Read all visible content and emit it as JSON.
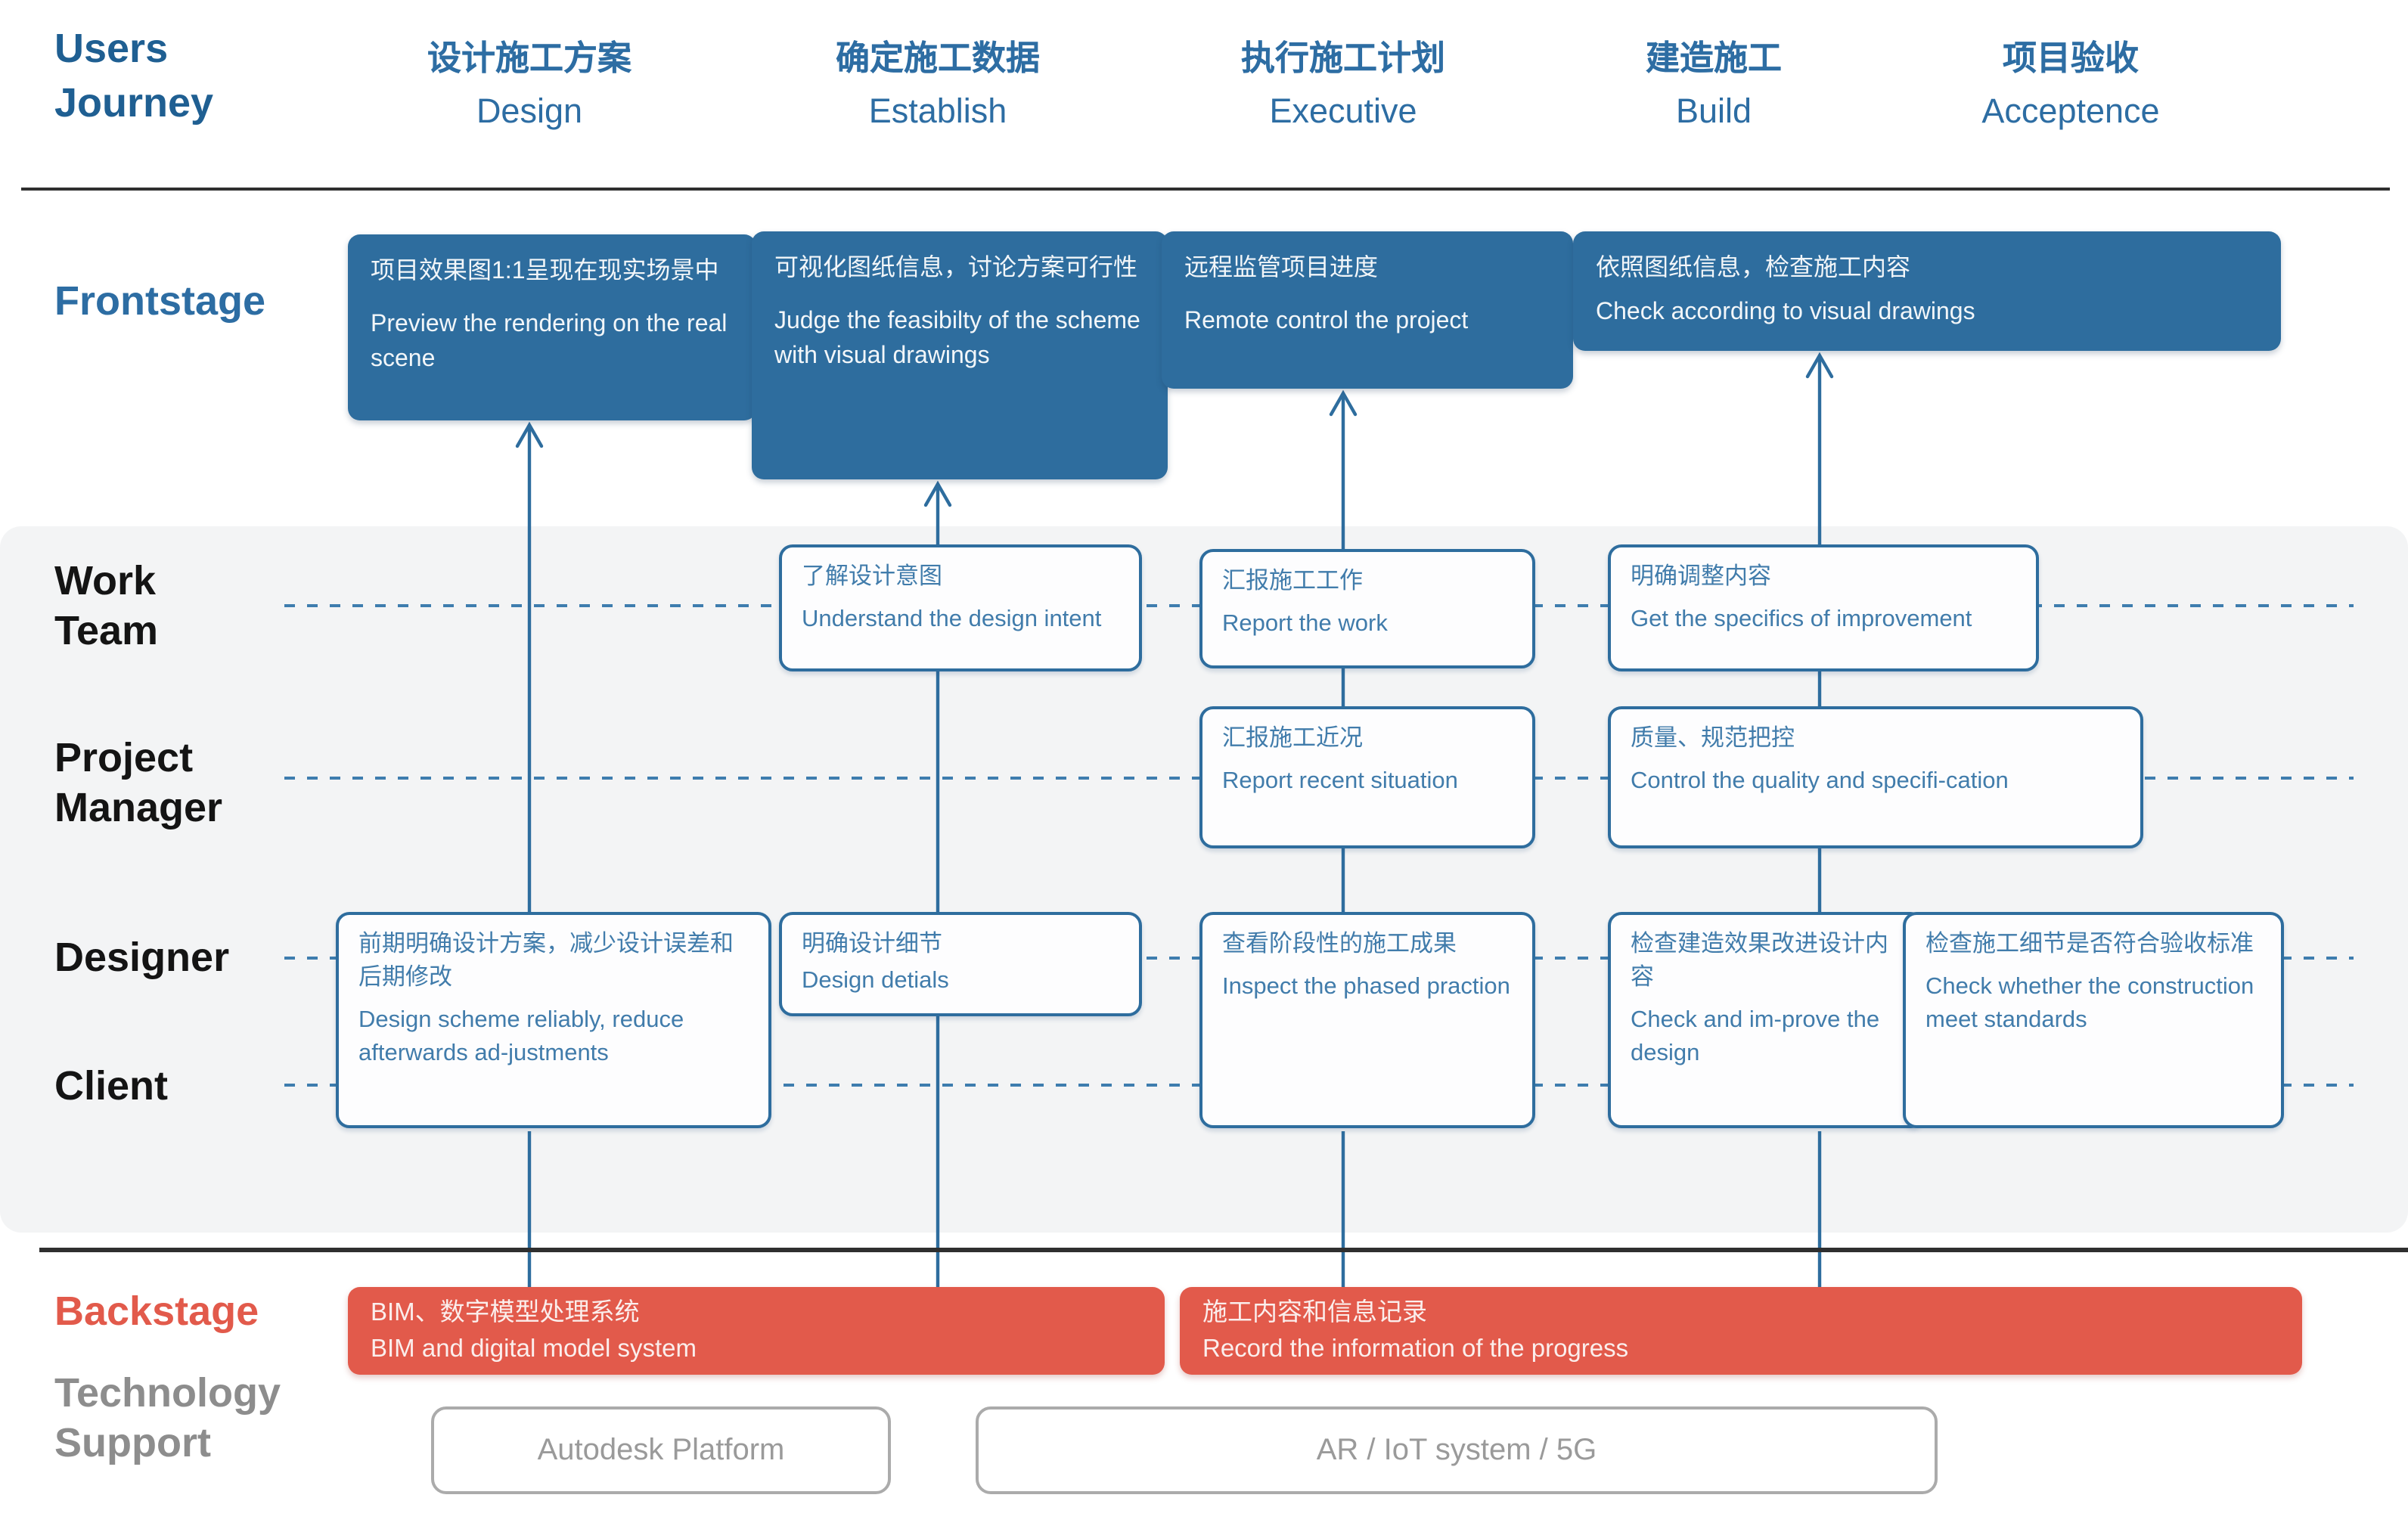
{
  "header": {
    "title_line1": "Users",
    "title_line2": "Journey",
    "columns": [
      {
        "zh": "设计施工方案",
        "en": "Design"
      },
      {
        "zh": "确定施工数据",
        "en": "Establish"
      },
      {
        "zh": "执行施工计划",
        "en": "Executive"
      },
      {
        "zh": "建造施工",
        "en": "Build"
      },
      {
        "zh": "项目验收",
        "en": "Acceptence"
      }
    ]
  },
  "lanes": {
    "frontstage": "Frontstage",
    "work_team_line1": "Work",
    "work_team_line2": "Team",
    "project_manager_line1": "Project",
    "project_manager_line2": "Manager",
    "designer": "Designer",
    "client": "Client",
    "backstage": "Backstage",
    "technology_line1": "Technology",
    "technology_line2": "Support"
  },
  "frontstage_boxes": [
    {
      "zh": "项目效果图1:1呈现在现实场景中",
      "en": "Preview the rendering on the real scene"
    },
    {
      "zh": "可视化图纸信息，讨论方案可行性",
      "en": "Judge the feasibilty of the scheme  with visual drawings"
    },
    {
      "zh": "远程监管项目进度",
      "en": "Remote control the project"
    },
    {
      "zh": "依照图纸信息，检查施工内容",
      "en": "Check according to visual drawings"
    }
  ],
  "work_team_boxes": [
    {
      "zh": "了解设计意图",
      "en": "Understand the design intent"
    },
    {
      "zh": "汇报施工工作",
      "en": "Report the work"
    },
    {
      "zh": "明确调整内容",
      "en": "Get the specifics of improvement"
    }
  ],
  "project_manager_boxes": [
    {
      "zh": "汇报施工近况",
      "en": "Report recent situation"
    },
    {
      "zh": "质量、规范把控",
      "en": "Control the quality and specifi-cation"
    }
  ],
  "designer_client_boxes": [
    {
      "zh": "前期明确设计方案，减少设计误差和后期修改",
      "en": "Design scheme reliably, reduce afterwards ad-justments"
    },
    {
      "zh": "明确设计细节",
      "en": "Design detials"
    },
    {
      "zh": "查看阶段性的施工成果",
      "en": "Inspect the phased praction"
    },
    {
      "zh": "检查建造效果改进设计内容",
      "en": "Check and im-prove the design"
    },
    {
      "zh": "检查施工细节是否符合验收标准",
      "en": "Check whether the construction meet standards"
    }
  ],
  "backstage_boxes": [
    {
      "zh": "BIM、数字模型处理系统",
      "en": "BIM and digital model system"
    },
    {
      "zh": "施工内容和信息记录",
      "en": "Record the information of the progress"
    }
  ],
  "technology_boxes": [
    {
      "label": "Autodesk Platform"
    },
    {
      "label": "AR / IoT system / 5G"
    }
  ],
  "colors": {
    "title_blue": "#1f5f92",
    "header_blue": "#2d6da3",
    "box_blue": "#2e6d9e",
    "line_blue": "#2e6d9e",
    "box_text_blue": "#417cab",
    "dash_blue": "#3e7dae",
    "backstage_red": "#e25a4b",
    "lane_gray": "#f3f4f5",
    "rule_dark": "#2f2f2f",
    "tech_label_gray": "#8d8d8d",
    "tech_text_gray": "#9a9a9a",
    "tech_border_gray": "#ababab",
    "label_black": "#141414"
  }
}
